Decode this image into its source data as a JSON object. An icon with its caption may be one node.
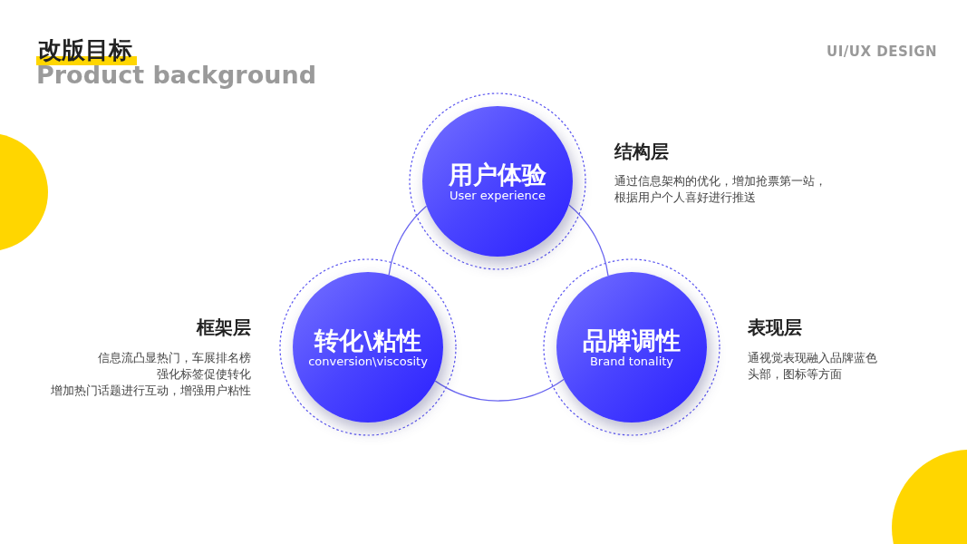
{
  "diagram": {
    "title": "改版目标",
    "nodes": [
      {
        "text": [
          "用户体验",
          "User experience"
        ]
      },
      {
        "text": [
          "转化\\粘性",
          "conversion\\viscosity"
        ]
      },
      {
        "text": [
          "品牌调性",
          "Brand tonality"
        ]
      }
    ],
    "edges": [
      {
        "from": 0,
        "to": 2,
        "arrow": "none"
      },
      {
        "from": 2,
        "to": 1,
        "arrow": "none"
      },
      {
        "from": 1,
        "to": 0,
        "arrow": "none"
      }
    ],
    "labels": [
      "Product background",
      "UI/UX DESIGN",
      "结构层",
      "通过信息架构的优化，增加抢票第一站，",
      "根据用户个人喜好进行推送",
      "框架层",
      "信息流凸显热门，车展排名榜",
      "强化标签促使转化",
      "增加热门话题进行互动，增强用户粘性",
      "表现层",
      "通视觉表现融入品牌蓝色",
      "头部，图标等方面"
    ]
  }
}
